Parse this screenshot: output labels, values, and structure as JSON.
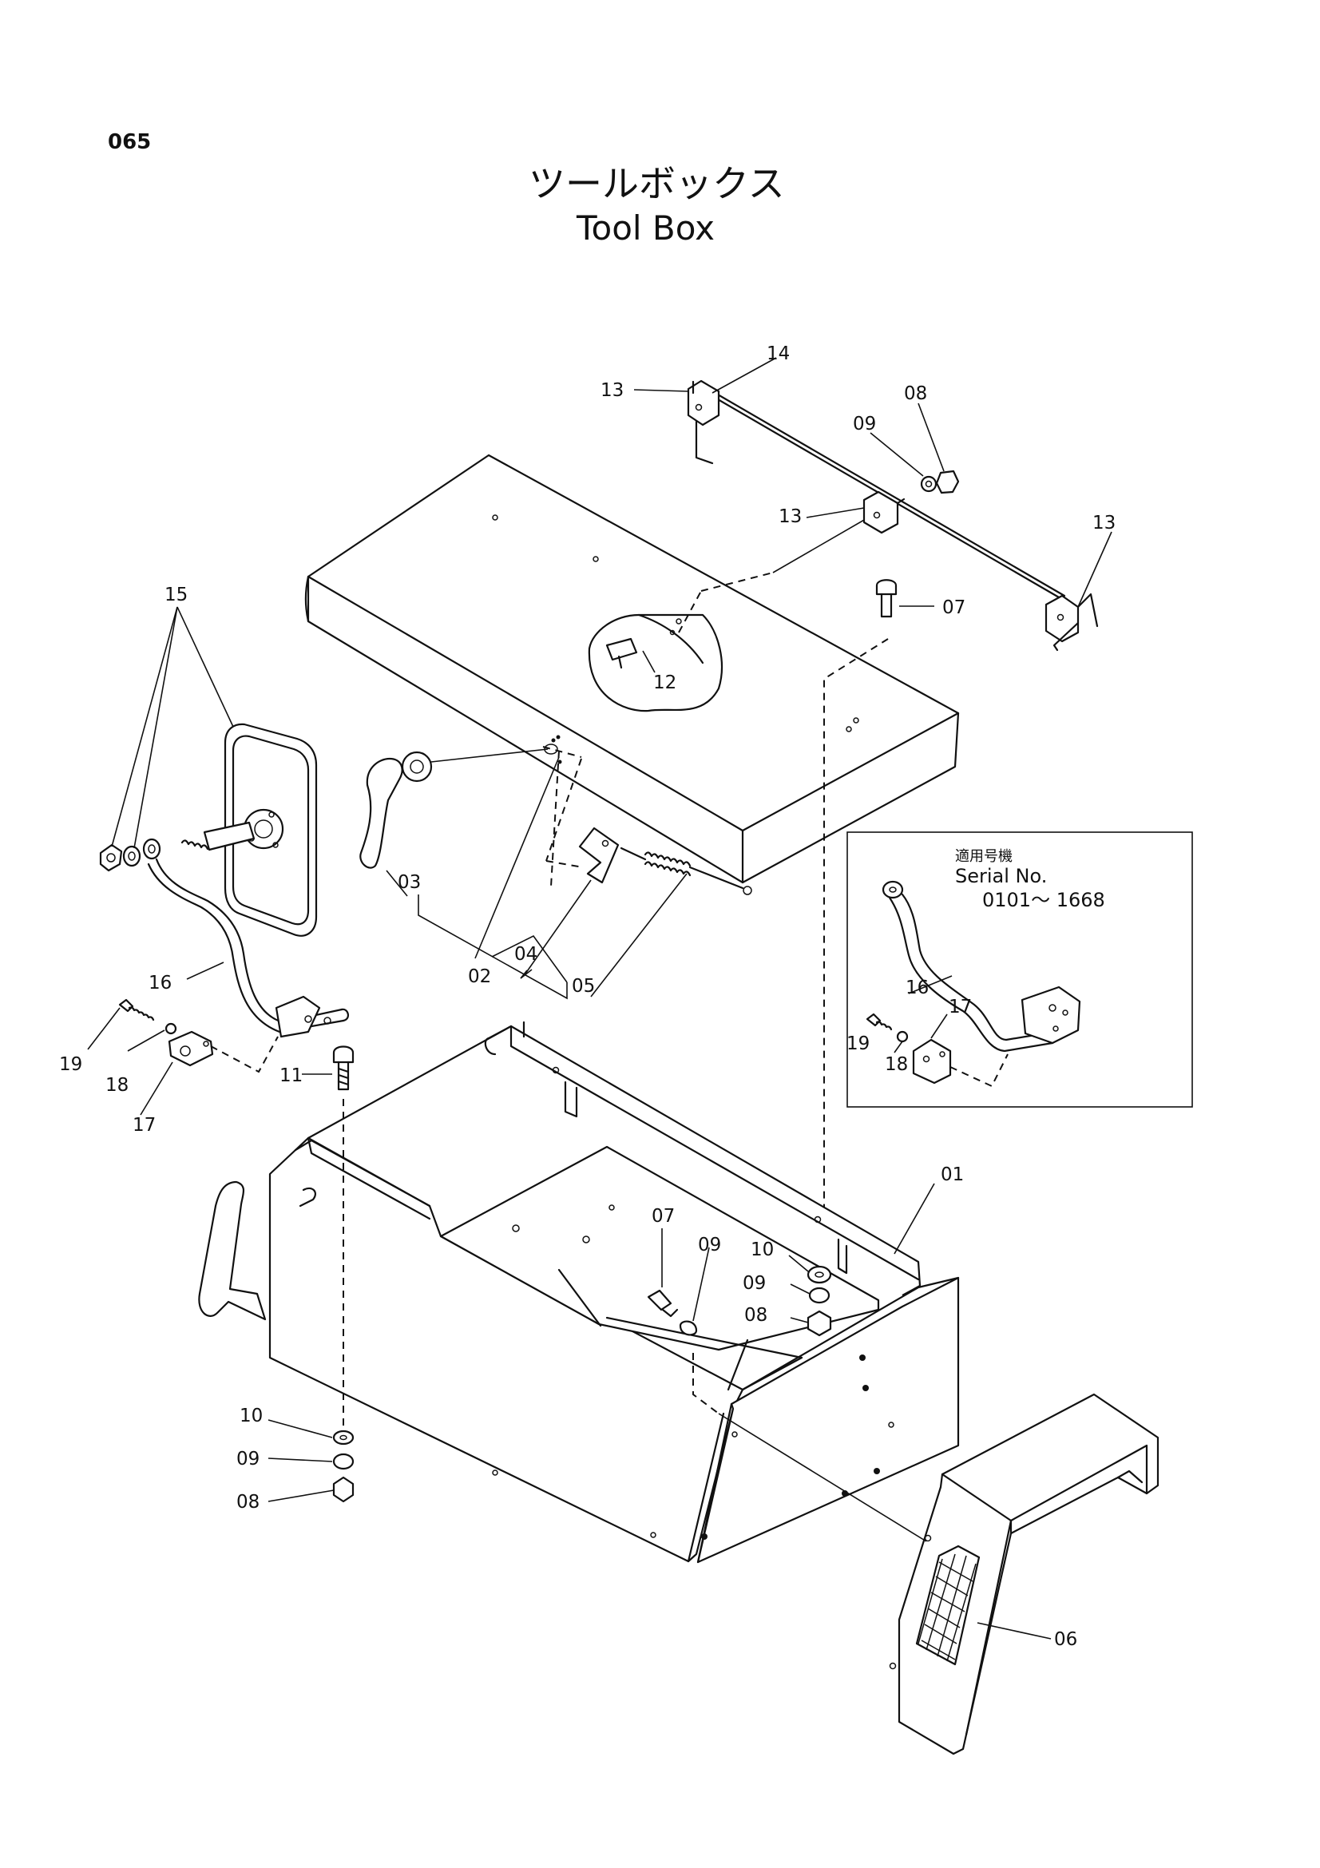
{
  "page_number": "065",
  "title_jp": "ツールボックス",
  "title_en": "Tool  Box",
  "inset": {
    "label_jp": "適用号機",
    "serial_label": "Serial No.",
    "serial_range": "0101〜 1668"
  },
  "callouts": {
    "c01": "01",
    "c02": "02",
    "c03": "03",
    "c04": "04",
    "c05": "05",
    "c06": "06",
    "c07a": "07",
    "c07b": "07",
    "c08a": "08",
    "c08b": "08",
    "c08c": "08",
    "c09a": "09",
    "c09b": "09",
    "c09c": "09",
    "c09d": "09",
    "c10a": "10",
    "c10b": "10",
    "c11": "11",
    "c12": "12",
    "c13a": "13",
    "c13b": "13",
    "c13c": "13",
    "c14": "14",
    "c15": "15",
    "c16a": "16",
    "c16b": "16",
    "c17a": "17",
    "c17b": "17",
    "c18a": "18",
    "c18b": "18",
    "c19a": "19",
    "c19b": "19"
  }
}
